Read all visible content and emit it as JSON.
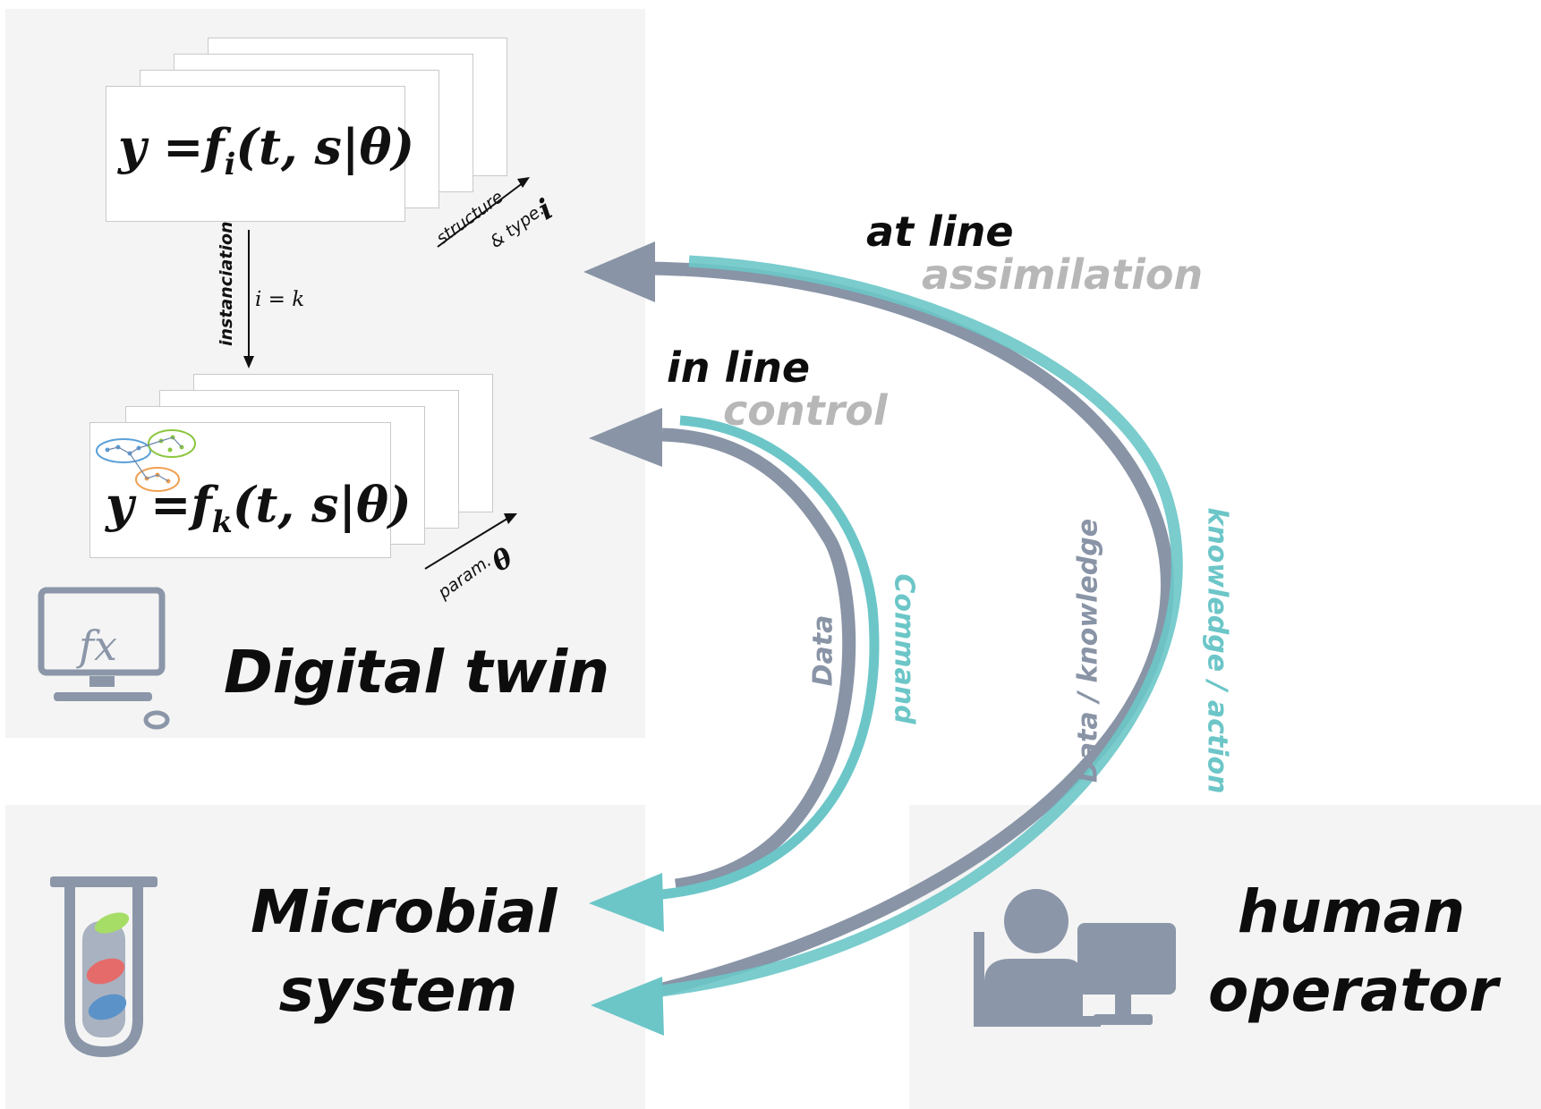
{
  "digital_twin": {
    "generic_equation": {
      "prefix": "y =",
      "func": "f",
      "sub": "i",
      "args": "(t, s|θ)"
    },
    "instance_equation": {
      "prefix": "y =",
      "func": "f",
      "sub": "k",
      "args": "(t, s|θ)"
    },
    "instanciation_label": "instanciation",
    "instanciation_formula": "i = k",
    "structure_label_1": "structure",
    "structure_label_2": "& type.",
    "structure_symbol": "i",
    "param_label": "param.",
    "param_symbol": "θ",
    "icon_text": "fx",
    "title": "Digital twin"
  },
  "microbial_system": {
    "title_line1": "Microbial",
    "title_line2": "system"
  },
  "human_operator": {
    "title_line1": "human",
    "title_line2": "operator"
  },
  "flows": {
    "at_line": {
      "main": "at line",
      "sub": "assimilation",
      "data_label": "Data / knowledge",
      "action_label": "knowledge / action"
    },
    "in_line": {
      "main": "in line",
      "sub": "control",
      "data_label": "Data",
      "action_label": "Command"
    }
  },
  "colors": {
    "data_arrow": "#8994a6",
    "action_arrow": "#6cc6c8",
    "panel_bg": "#f4f4f4",
    "icon": "#8b96a8"
  }
}
